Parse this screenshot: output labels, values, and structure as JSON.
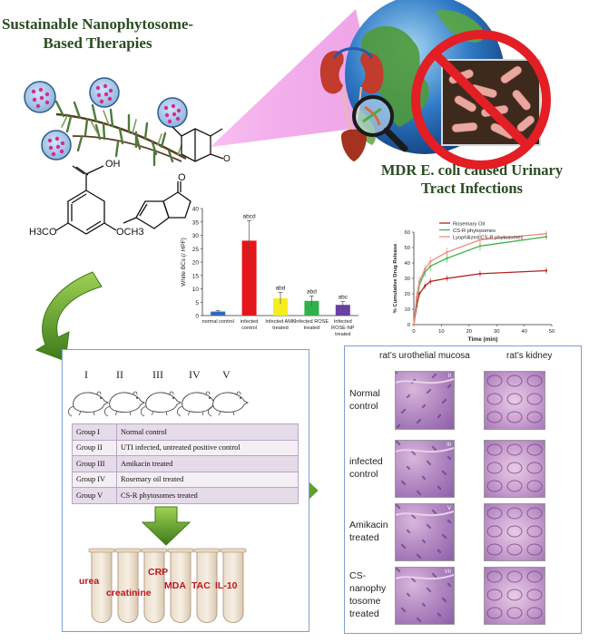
{
  "titles": {
    "left_line1": "Sustainable Nanophytosome-",
    "left_line2": "Based Therapies",
    "right_line1": "MDR E. coli caused Urinary",
    "right_line2": "Tract Infections"
  },
  "structure_text": {
    "oh": "OH",
    "methoxy_left": "H3CO",
    "methoxy_right": "OCH3",
    "o_top": "O",
    "o_bicyclic": "O"
  },
  "colors": {
    "title_green": "#2a4d20",
    "bar_red": "#e4161b",
    "bar_blue": "#2b6bbf",
    "bar_yellow": "#f4ee1f",
    "bar_green": "#2fb24a",
    "bar_purple": "#6a3ea6",
    "line_dark_red": "#b3231e",
    "line_green": "#3cb34a",
    "line_salmon": "#f08a80",
    "panel_border": "#7f9fd0",
    "arrow_green": "#4e9a25",
    "tube_label": "#c0141c"
  },
  "chart_data": [
    {
      "type": "bar",
      "ylabel": "White BCs (/ HPF)",
      "ylim": [
        0,
        40
      ],
      "yticks": [
        0,
        5,
        10,
        15,
        20,
        25,
        30,
        35,
        40
      ],
      "categories": [
        "normal control",
        "infected control",
        "Infected AMK treated",
        "Infected ROSE treated",
        "Infected ROSE-NP treated"
      ],
      "category_lines": [
        [
          "normal control"
        ],
        [
          "infected",
          "control"
        ],
        [
          "Infected AMK",
          "treated"
        ],
        [
          "Infected ROSE",
          "treated"
        ],
        [
          "Infected",
          "ROSE-NP",
          "treated"
        ]
      ],
      "values": [
        1.5,
        28,
        6.5,
        5.5,
        4
      ],
      "errors": [
        0.4,
        7.5,
        2.2,
        1.8,
        1.3
      ],
      "annotations": [
        "",
        "abcd",
        "abd",
        "abd",
        "abc"
      ],
      "colors": [
        "#2b6bbf",
        "#e4161b",
        "#f4ee1f",
        "#2fb24a",
        "#6a3ea6"
      ]
    },
    {
      "type": "line",
      "xlabel": "Time (min)",
      "ylabel": "% Cumulative Drug Release",
      "xlim": [
        0,
        50
      ],
      "ylim": [
        0,
        60
      ],
      "xticks": [
        0,
        10,
        20,
        30,
        40,
        50
      ],
      "yticks": [
        0,
        10,
        20,
        30,
        40,
        50,
        60
      ],
      "legend_position": "top",
      "series": [
        {
          "name": "Rosemary Oil",
          "color": "#b3231e",
          "x": [
            0,
            1,
            2,
            4,
            6,
            12,
            24,
            48
          ],
          "y": [
            0,
            12,
            20,
            25,
            28,
            30,
            33,
            35
          ],
          "err": [
            0,
            2,
            2,
            2,
            2,
            2,
            2,
            2
          ]
        },
        {
          "name": "CS-R phytosomes",
          "color": "#3cb34a",
          "x": [
            0,
            1,
            2,
            4,
            6,
            12,
            24,
            48
          ],
          "y": [
            0,
            16,
            26,
            34,
            38,
            43,
            51,
            57
          ],
          "err": [
            0,
            3,
            3,
            3,
            3,
            3,
            3,
            2
          ]
        },
        {
          "name": "Lyophilized CS-R phytosomes",
          "color": "#f08a80",
          "x": [
            0,
            1,
            2,
            4,
            6,
            12,
            24,
            48
          ],
          "y": [
            0,
            18,
            28,
            36,
            41,
            47,
            55,
            59
          ],
          "err": [
            0,
            3,
            3,
            3,
            3,
            3,
            5,
            2
          ]
        }
      ]
    }
  ],
  "groups_panel": {
    "numerals": [
      "I",
      "II",
      "III",
      "IV",
      "V"
    ],
    "table": [
      {
        "group": "Group I",
        "desc": "Normal control"
      },
      {
        "group": "Group II",
        "desc": "UTI infected, untreated positive control"
      },
      {
        "group": "Group III",
        "desc": "Amikacin treated"
      },
      {
        "group": "Group IV",
        "desc": "Rosemary oil treated"
      },
      {
        "group": "Group V",
        "desc": "CS-R phytosomes treated"
      }
    ],
    "tube_labels": [
      "urea",
      "creatinine",
      "CRP",
      "MDA",
      "TAC",
      "IL-10"
    ]
  },
  "histology_panel": {
    "col_left": "rat’s urothelial mucosa",
    "col_right": "rat’s kidney",
    "rows": [
      {
        "label_lines": [
          "Normal",
          "control"
        ],
        "tag": "II"
      },
      {
        "label_lines": [
          "infected",
          "control"
        ],
        "tag": "III"
      },
      {
        "label_lines": [
          "Amikacin",
          "treated"
        ],
        "tag": "V"
      },
      {
        "label_lines": [
          "CS-",
          "nanophy",
          "tosome",
          "treated"
        ],
        "tag": "VII"
      }
    ]
  }
}
